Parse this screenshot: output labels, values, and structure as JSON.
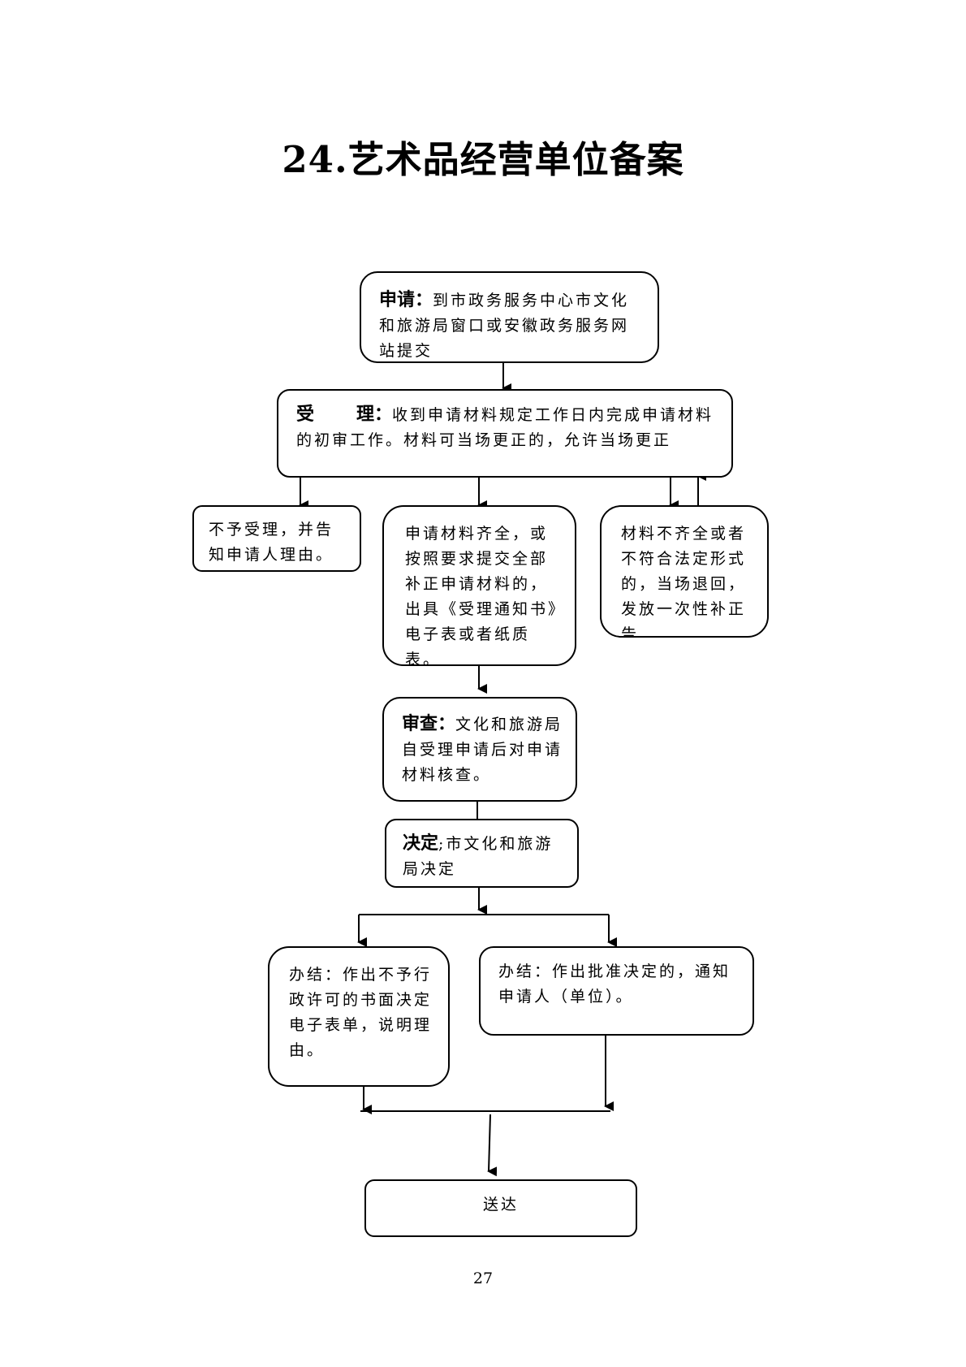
{
  "title": "24.艺术品经营单位备案",
  "page_number": "27",
  "nodes": {
    "apply": {
      "head": "申请：",
      "text": "到市政务服务中心市文化和旅游局窗口或安徽政务服务网站提交"
    },
    "accept": {
      "head1": "受",
      "head2": "理：",
      "text": "收到申请材料规定工作日内完成申请材料的初审工作。材料可当场更正的，允许当场更正"
    },
    "reject": {
      "text": "不予受理，并告知申请人理由。"
    },
    "complete": {
      "text": "申请材料齐全，或按照要求提交全部补正申请材料的，出具《受理通知书》电子表或者纸质表。"
    },
    "incomplete": {
      "text": "材料不齐全或者不符合法定形式的，当场退回，发放一次性补正告"
    },
    "review": {
      "head": "审查：",
      "text": "文化和旅游局自受理申请后对申请材料核查。"
    },
    "decide": {
      "head": "决定",
      "sep": ";",
      "text": "市文化和旅游局决定"
    },
    "deny": {
      "text": "办结：作出不予行政许可的书面决定电子表单，说明理由。"
    },
    "approve": {
      "text": "办结：作出批准决定的，通知申请人（单位）。"
    },
    "deliver": {
      "text": "送达"
    }
  }
}
